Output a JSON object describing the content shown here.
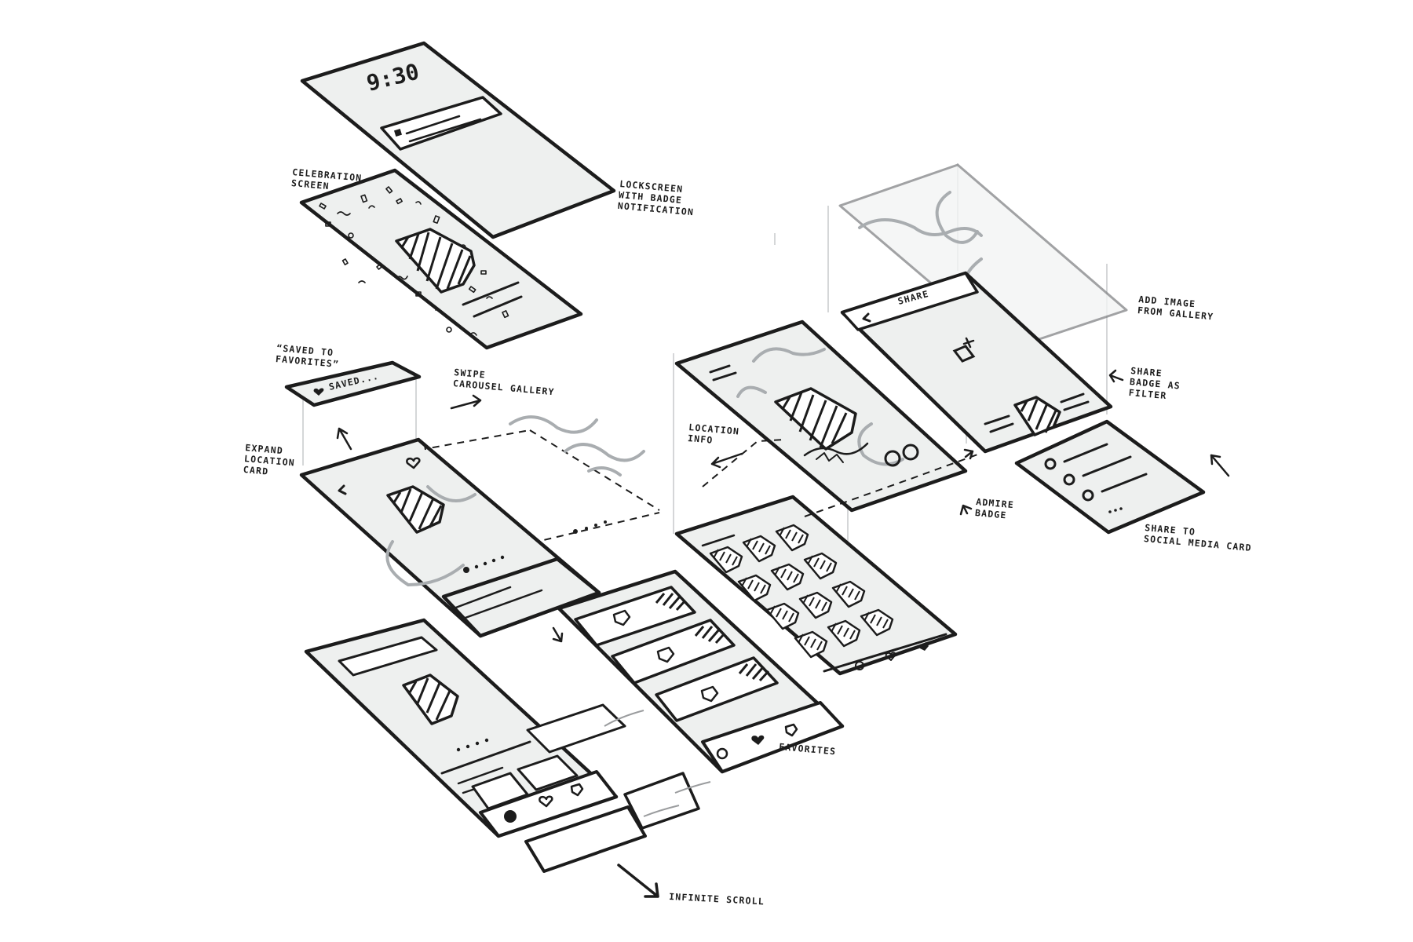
{
  "labels": {
    "lockscreen_time": "9:30",
    "celebration_line1": "CELEBRATION",
    "celebration_line2": "SCREEN",
    "lock_line1": "LOCKSCREEN",
    "lock_line2": "WITH BADGE",
    "lock_line3": "NOTIFICATION",
    "saved_line1": "“SAVED TO",
    "saved_line2": "FAVORITES”",
    "saved_toast": "SAVED...",
    "swipe_line1": "SWIPE",
    "swipe_line2": "CAROUSEL GALLERY",
    "expand_line1": "EXPAND",
    "expand_line2": "LOCATION",
    "expand_line3": "CARD",
    "location_line1": "LOCATION",
    "location_line2": "INFO",
    "admire_line1": "ADMIRE",
    "admire_line2": "BADGE",
    "add_image_line1": "ADD IMAGE",
    "add_image_line2": "FROM GALLERY",
    "share_title": "SHARE",
    "share_filter_line1": "SHARE",
    "share_filter_line2": "BADGE AS",
    "share_filter_line3": "FILTER",
    "social_line1": "SHARE TO",
    "social_line2": "SOCIAL MEDIA CARD",
    "favorites": "FAVORITES",
    "infinite_scroll": "INFINITE SCROLL"
  },
  "colors": {
    "ink": "#1c1c1c",
    "screen_fill": "#eef0ef",
    "guide": "#b9bcbe",
    "wave": "#a9adb0"
  },
  "icons": [
    "shield-badge-icon",
    "heart-icon",
    "back-chevron-icon",
    "hamburger-menu-icon",
    "add-image-icon",
    "home-dot-icon",
    "arrow-icon"
  ]
}
